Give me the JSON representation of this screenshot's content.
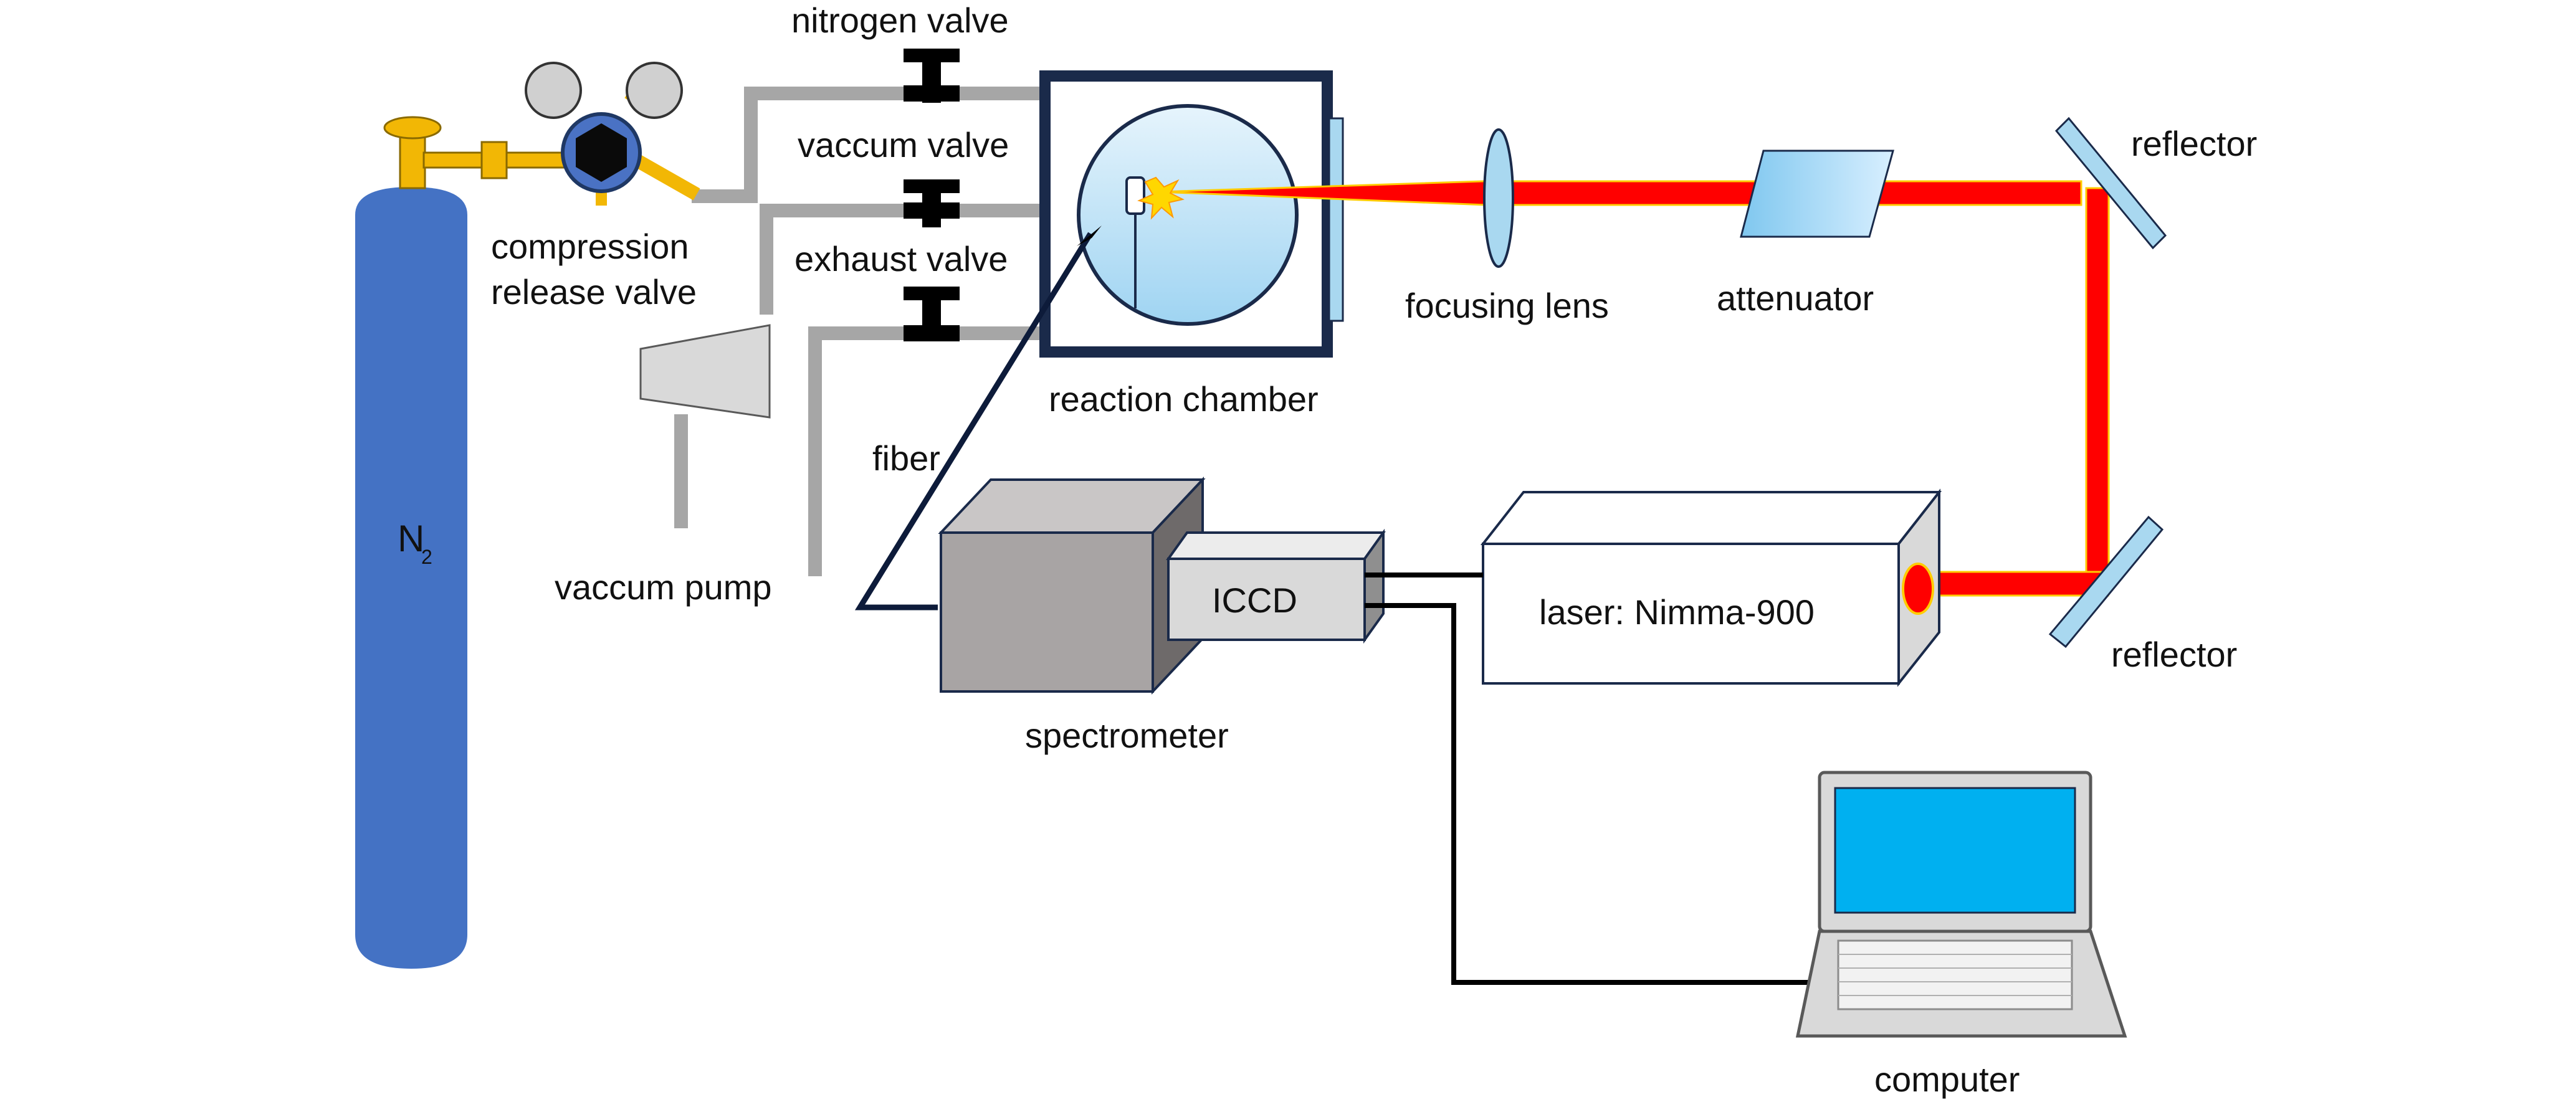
{
  "labels": {
    "nitrogen_valve": "nitrogen valve",
    "vaccum_valve": "vaccum valve",
    "exhaust_valve": "exhaust valve",
    "compression_line1": "compression",
    "compression_line2": "release valve",
    "vaccum_pump": "vaccum pump",
    "reaction_chamber": "reaction chamber",
    "fiber": "fiber",
    "focusing_lens": "focusing lens",
    "attenuator": "attenuator",
    "reflector_top": "reflector",
    "reflector_bottom": "reflector",
    "icdd": "ICCD",
    "laser": "laser: Nimma-900",
    "spectrometer": "spectrometer",
    "computer": "computer",
    "cylinder_main": "N",
    "cylinder_sub": "2"
  },
  "colors": {
    "cylinder": "#4472c4",
    "brass": "#f2b705",
    "gauge_body": "#1f3864",
    "gauge_face": "#d0d0d0",
    "pipe": "#a6a6a6",
    "valve": "#000000",
    "chamber_frame": "#1a2a4a",
    "chamber_fill": "#bde3f7",
    "laser_beam": "#ff0000",
    "beam_glow": "#ffcc00",
    "optic": "#a9d8f0",
    "spectrometer": "#a8a4a4",
    "icdd": "#d9d9d9",
    "laser_box": "#ffffff",
    "screen": "#00b0f0",
    "laptop": "#d9d9d9"
  }
}
